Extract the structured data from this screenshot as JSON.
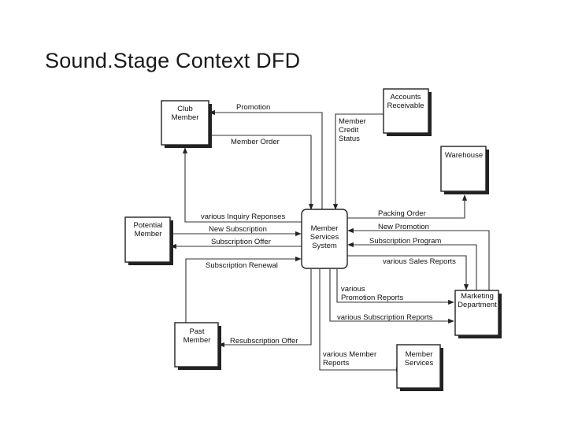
{
  "slide": {
    "title": "Sound.Stage Context DFD"
  },
  "process": {
    "line1": "Member",
    "line2": "Services",
    "line3": "System"
  },
  "entities": {
    "club_member": {
      "line1": "Club",
      "line2": "Member"
    },
    "accounts_receivable": {
      "line1": "Accounts",
      "line2": "Receivable"
    },
    "warehouse": {
      "line1": "Warehouse"
    },
    "potential_member": {
      "line1": "Potential",
      "line2": "Member"
    },
    "marketing_department": {
      "line1": "Marketing",
      "line2": "Department"
    },
    "past_member": {
      "line1": "Past",
      "line2": "Member"
    },
    "member_services": {
      "line1": "Member",
      "line2": "Services"
    }
  },
  "flows": {
    "promotion": "Promotion",
    "member_order": "Member Order",
    "member_credit_status": {
      "line1": "Member",
      "line2": "Credit",
      "line3": "Status"
    },
    "various_inquiry_reponses": "various Inquiry Reponses",
    "new_subscription": "New Subscription",
    "subscription_offer": "Subscription Offer",
    "subscription_renewal": "Subscription Renewal",
    "packing_order": "Packing Order",
    "new_promotion": "New Promotion",
    "subscription_program": "Subscription Program",
    "various_sales_reports": "various Sales Reports",
    "various_promotion_reports": {
      "line1": "various",
      "line2": "Promotion Reports"
    },
    "various_subscription_reports": "various Subscription Reports",
    "resubscription_offer": "Resubscription Offer",
    "various_member_reports": {
      "line1": "various Member",
      "line2": "Reports"
    }
  }
}
